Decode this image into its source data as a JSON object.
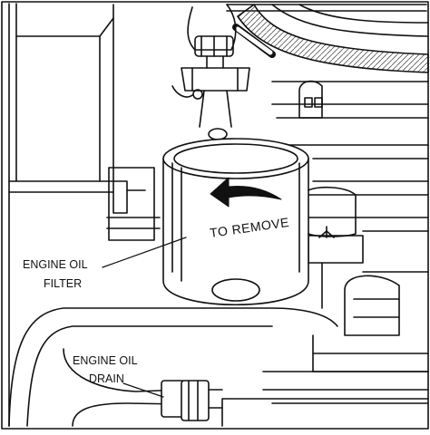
{
  "labels": {
    "to_remove": "TO REMOVE",
    "engine_oil_filter": [
      "ENGINE OIL",
      "FILTER"
    ],
    "engine_oil_drain": [
      "ENGINE OIL",
      "DRAIN"
    ]
  },
  "colors": {
    "line": "#111111",
    "background": "#ffffff",
    "shade": "#d9d9d9"
  }
}
